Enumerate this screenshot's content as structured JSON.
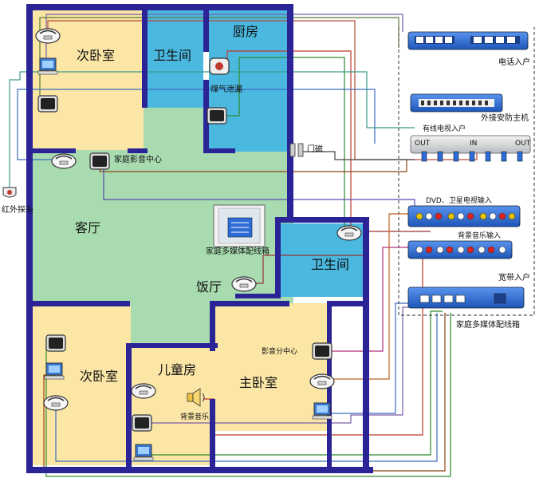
{
  "rooms": {
    "bedroom2_top": "次卧室",
    "bathroom_top": "卫生间",
    "kitchen": "厨房",
    "living": "客厅",
    "dining": "饭厅",
    "bathroom_right": "卫生间",
    "bedroom2_bottom": "次卧室",
    "kids_room": "儿童房",
    "master_bedroom": "主卧室"
  },
  "labels": {
    "gas_leak": "煤气泄漏",
    "home_theater": "家庭影音中心",
    "door_magnet": "门磁",
    "infrared": "红外探头",
    "media_box_center": "家庭多媒体配线箱",
    "av_sub_center": "影音分中心",
    "bg_music": "背景音乐"
  },
  "panel": {
    "phone_in": "电话入户",
    "security_host": "外接安防主机",
    "cable_tv_in": "有线电视入户",
    "splitter_out_left": "OUT",
    "splitter_in": "IN",
    "splitter_out_right": "OUT",
    "dvd_input": "DVD、卫星电视输入",
    "bg_music_input": "背景音乐输入",
    "broadband_in": "宽带入户",
    "box_title": "家庭多媒体配线箱"
  },
  "colors": {
    "wall": "#2a2496",
    "bedroom_floor": "#fbe6a6",
    "bath_floor": "#4bb8e0",
    "living_floor": "#a8dcb0",
    "panel_blue": "#2d6cd8"
  }
}
